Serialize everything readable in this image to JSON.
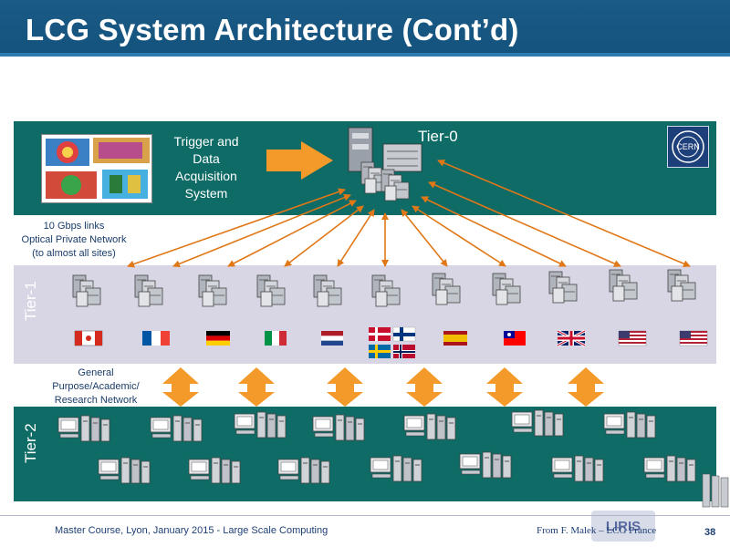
{
  "slide": {
    "title": "LCG System Architecture (Cont’d)",
    "tier0_label": "Tier-0",
    "tier1_label": "Tier-1",
    "tier2_label": "Tier-2",
    "trigger_lines": [
      "Trigger and",
      "Data",
      "Acquisition",
      "System"
    ],
    "links_lines": [
      "10 Gbps links",
      "Optical Private Network",
      "(to almost all sites)"
    ],
    "general_lines": [
      "General",
      "Purpose/Academic/",
      "Research Network"
    ],
    "cern_logo_text": "CERN"
  },
  "flags": {
    "country_flags": [
      "canada-flag",
      "france-flag",
      "germany-flag",
      "italy-flag",
      "netherlands-flag",
      "denmark-flag",
      "finland-flag",
      "sweden-flag",
      "norway-flag",
      "spain-flag",
      "taiwan-flag",
      "uk-flag",
      "usa-flag",
      "usa-flag"
    ]
  },
  "footer": {
    "course": "Master Course, Lyon, January 2015 - Large Scale Computing",
    "credit": "From F. Malek – LCG France",
    "page": "38",
    "logo_text": "LIRIS"
  },
  "colors": {
    "title_bar": "#14537d",
    "tier_band": "#0f6b66",
    "tier1_band": "#d8d6e4",
    "arrow_orange": "#f39a2a",
    "link_line": "#e07818"
  }
}
